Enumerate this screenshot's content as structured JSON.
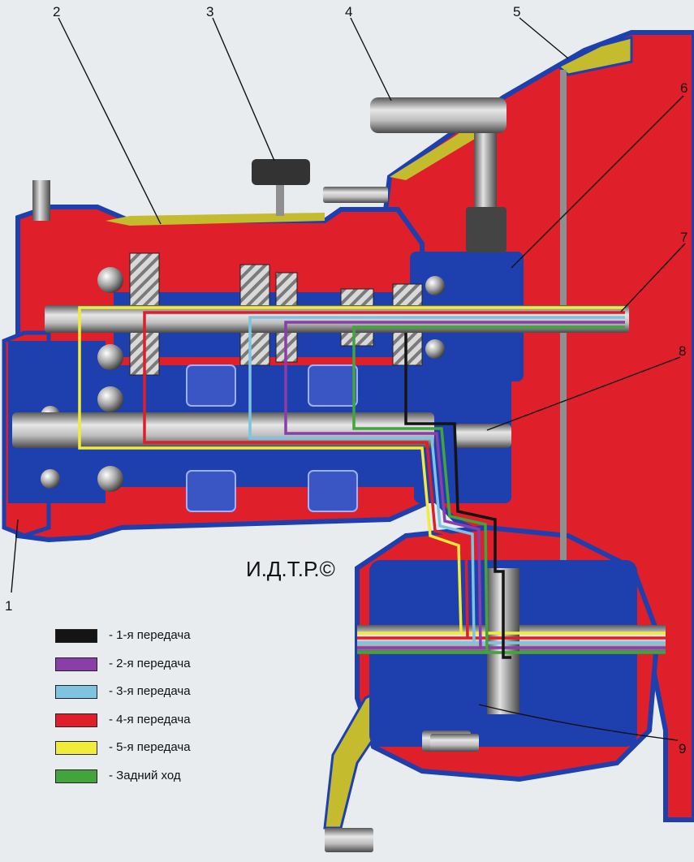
{
  "callouts": [
    "1",
    "2",
    "3",
    "4",
    "5",
    "6",
    "7",
    "8",
    "9"
  ],
  "watermark": "И.Д.Т.Р.©",
  "legend": [
    {
      "label": "- 1-я передача",
      "color": "#141414"
    },
    {
      "label": "- 2-я передача",
      "color": "#8a3fa8"
    },
    {
      "label": "- 3-я передача",
      "color": "#7ec3df"
    },
    {
      "label": "- 4-я передача",
      "color": "#e01e2a"
    },
    {
      "label": "- 5-я передача",
      "color": "#f1ec3a"
    },
    {
      "label": "- Задний ход",
      "color": "#43a33c"
    }
  ],
  "colors": {
    "housing": "#df1f2a",
    "internals": "#1e3fae",
    "shaft": "#8f8f8f",
    "brass": "#c5bb2e",
    "background": "#e9ecef"
  }
}
